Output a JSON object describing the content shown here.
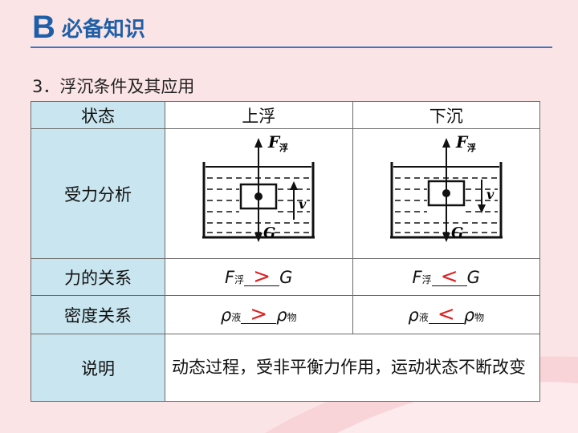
{
  "header": {
    "letter": "B",
    "title": "必备知识"
  },
  "section": {
    "title": "3．浮沉条件及其应用"
  },
  "table": {
    "col_header": [
      "状态",
      "上浮",
      "下沉"
    ],
    "row_labels": [
      "受力分析",
      "力的关系",
      "密度关系",
      "说明"
    ],
    "force_relation": {
      "up": {
        "F": "F",
        "F_sub": "浮",
        "sign": ">",
        "G": "G"
      },
      "down": {
        "F": "F",
        "F_sub": "浮",
        "sign": "<",
        "G": "G"
      }
    },
    "density_relation": {
      "up": {
        "rho1": "ρ",
        "rho1_sub": "液",
        "sign": ">",
        "rho2": "ρ",
        "rho2_sub": "物"
      },
      "down": {
        "rho1": "ρ",
        "rho1_sub": "液",
        "sign": "<",
        "rho2": "ρ",
        "rho2_sub": "物"
      }
    },
    "explanation": "动态过程，受非平衡力作用，运动状态不断改变"
  },
  "diagram": {
    "F_label": "F",
    "F_sub": "浮",
    "G_label": "G",
    "v_label": "v"
  },
  "colors": {
    "accent": "#1f5fa8",
    "label_bg": "#c9e6f0",
    "sign": "#e02020",
    "background": "#fbe4e6"
  }
}
